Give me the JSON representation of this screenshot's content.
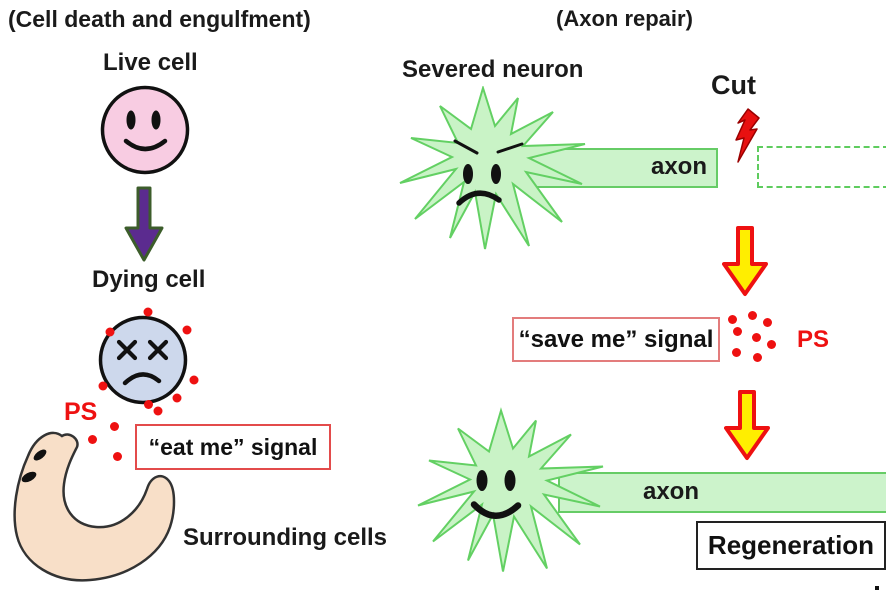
{
  "left_panel": {
    "title": "(Cell death and engulfment)",
    "live_cell_label": "Live cell",
    "dying_cell_label": "Dying cell",
    "ps_label": "PS",
    "eat_me_signal": "“eat me” signal",
    "surrounding_cells_label": "Surrounding cells"
  },
  "right_panel": {
    "title": "(Axon repair)",
    "severed_neuron_label": "Severed neuron",
    "cut_label": "Cut",
    "axon_top_label": "axon",
    "save_me_signal": "“save me” signal",
    "ps_label": "PS",
    "axon_bottom_label": "axon",
    "regeneration_label": "Regeneration"
  },
  "colors": {
    "live_cell_fill": "#f8cce2",
    "dying_cell_fill": "#cdd8ec",
    "neuron_fill": "#c9f3c6",
    "neuron_stroke": "#63d063",
    "axon_fill": "#ccf3cb",
    "surrounding_cell_fill": "#f8dfc8",
    "signal_red": "#ee1111",
    "arrow_purple": "#5b2b8f",
    "arrow_purple_outline": "#3c5d2b",
    "arrow_yellow": "#ffee00",
    "arrow_yellow_outline": "#ee1111"
  }
}
